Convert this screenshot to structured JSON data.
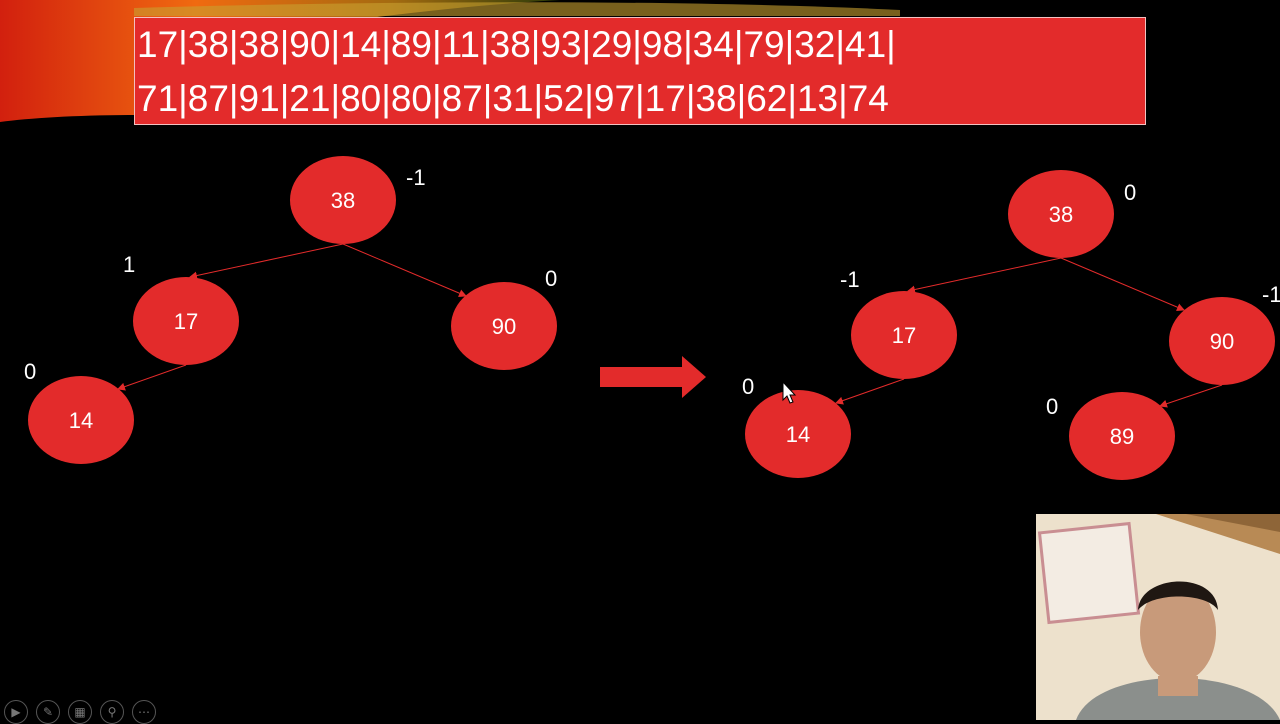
{
  "sequence": {
    "line1": "17|38|38|90|14|89|11|38|93|29|98|34|79|32|41|",
    "line2": "71|87|91|21|80|80|87|31|52|97|17|38|62|13|74"
  },
  "colors": {
    "node": "#e32b2b",
    "edge": "#e32b2b",
    "background": "#000000"
  },
  "left_tree": {
    "nodes": [
      {
        "id": "l38",
        "label": "38",
        "bf": "-1"
      },
      {
        "id": "l17",
        "label": "17",
        "bf": "1"
      },
      {
        "id": "l90",
        "label": "90",
        "bf": "0"
      },
      {
        "id": "l14",
        "label": "14",
        "bf": "0"
      }
    ]
  },
  "right_tree": {
    "nodes": [
      {
        "id": "r38",
        "label": "38",
        "bf": "0"
      },
      {
        "id": "r17",
        "label": "17",
        "bf": "-1"
      },
      {
        "id": "r90",
        "label": "90",
        "bf": "-1"
      },
      {
        "id": "r14",
        "label": "14",
        "bf": "0"
      },
      {
        "id": "r89",
        "label": "89",
        "bf": "0"
      }
    ]
  },
  "icons": {
    "transition": "right-arrow-icon",
    "cursor": "mouse-cursor-icon",
    "controls": [
      "play-icon",
      "pen-icon",
      "slides-icon",
      "zoom-icon",
      "more-icon"
    ]
  }
}
